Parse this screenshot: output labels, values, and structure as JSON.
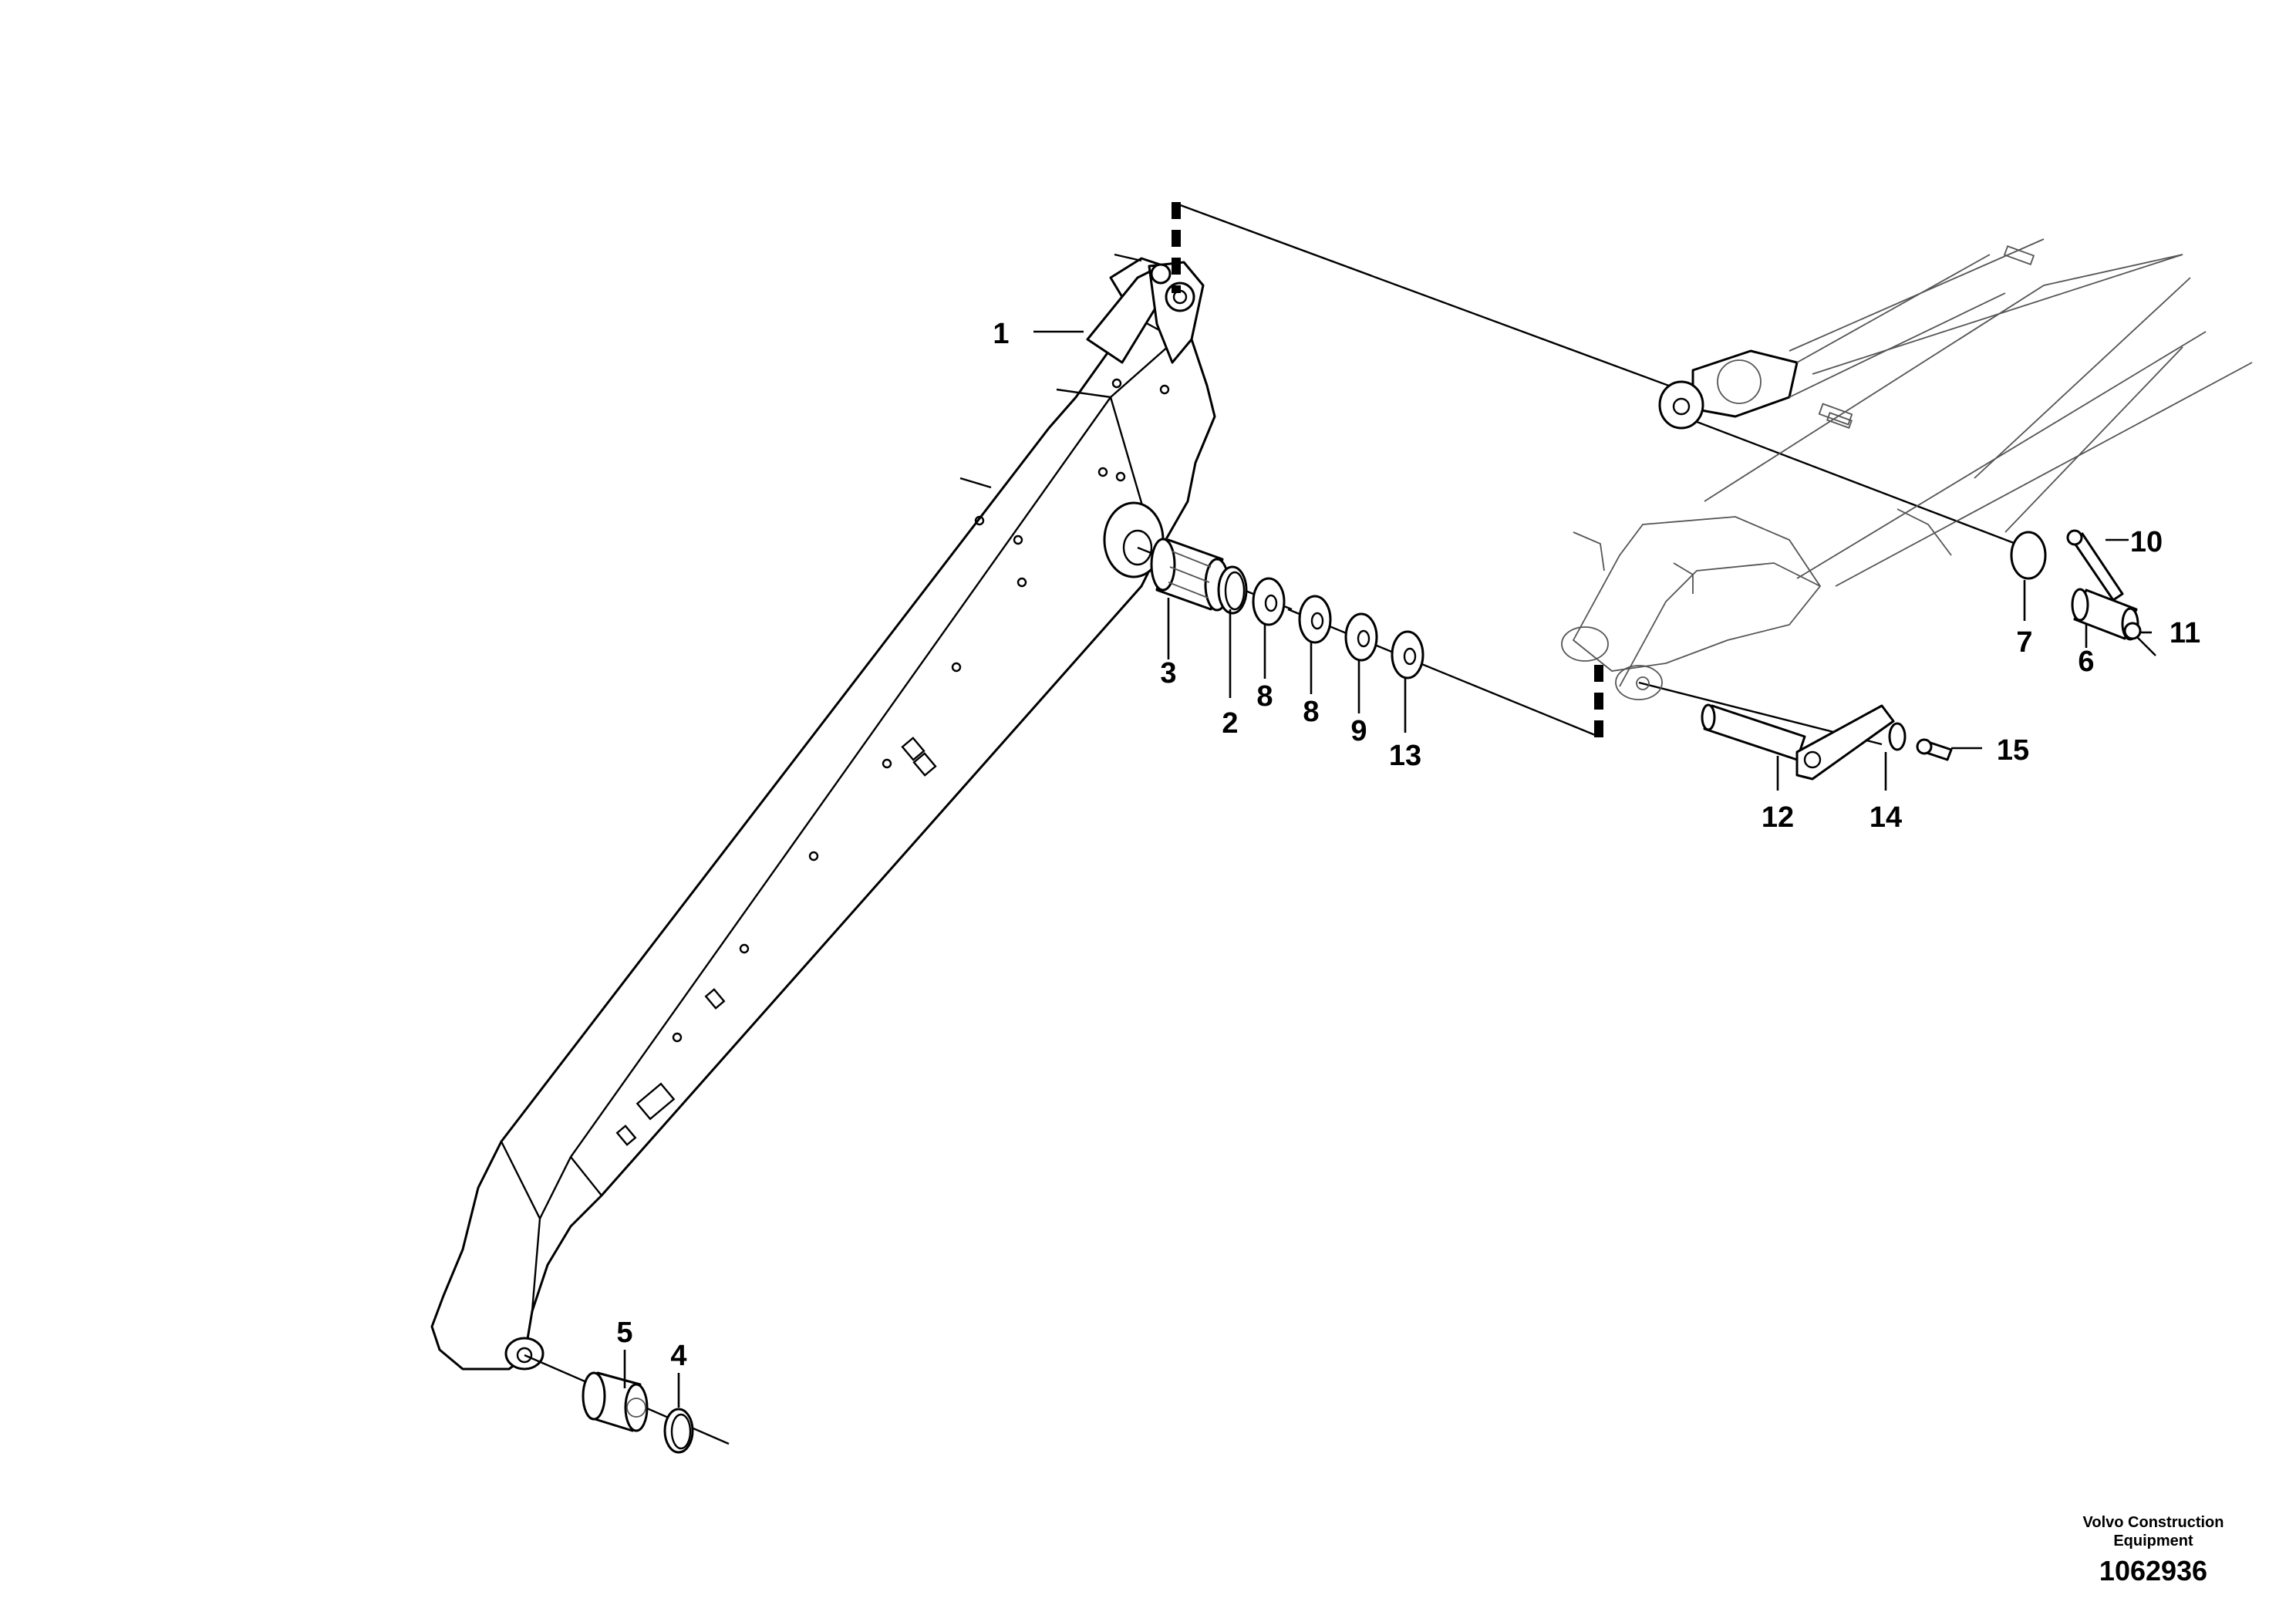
{
  "diagram": {
    "callouts": [
      "1",
      "2",
      "3",
      "4",
      "5",
      "6",
      "7",
      "8",
      "8",
      "9",
      "10",
      "11",
      "12",
      "13",
      "14",
      "15"
    ]
  },
  "caption": {
    "company": "Volvo Construction Equipment",
    "drawing_number": "1062936"
  }
}
